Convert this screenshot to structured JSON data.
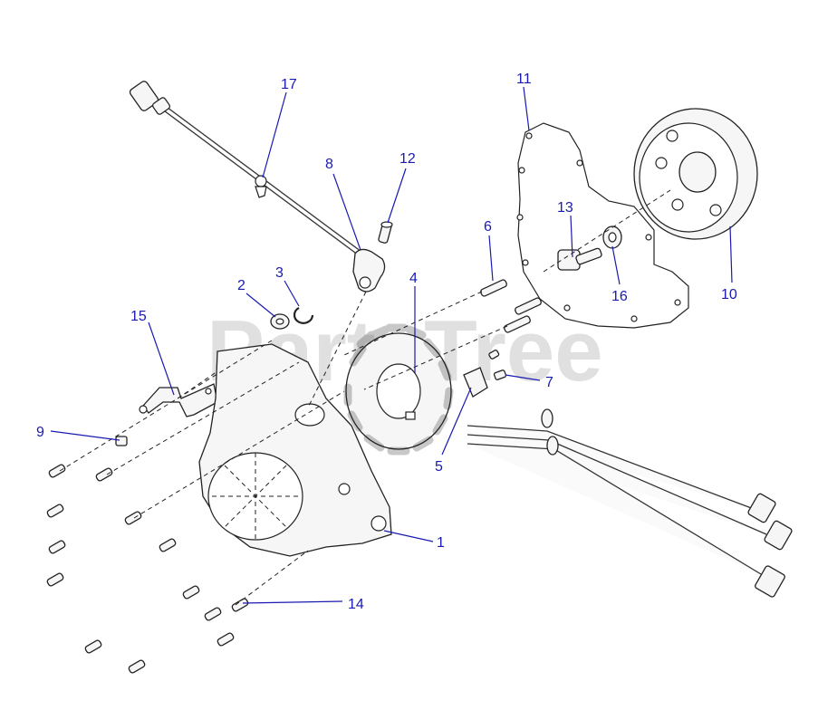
{
  "watermark": "PartsTree",
  "callouts": [
    {
      "id": "1",
      "label": "1"
    },
    {
      "id": "2",
      "label": "2"
    },
    {
      "id": "3",
      "label": "3"
    },
    {
      "id": "4",
      "label": "4"
    },
    {
      "id": "5",
      "label": "5"
    },
    {
      "id": "6",
      "label": "6"
    },
    {
      "id": "7",
      "label": "7"
    },
    {
      "id": "8",
      "label": "8"
    },
    {
      "id": "9",
      "label": "9"
    },
    {
      "id": "10",
      "label": "10"
    },
    {
      "id": "11",
      "label": "11"
    },
    {
      "id": "12",
      "label": "12"
    },
    {
      "id": "13",
      "label": "13"
    },
    {
      "id": "14",
      "label": "14"
    },
    {
      "id": "15",
      "label": "15"
    },
    {
      "id": "16",
      "label": "16"
    },
    {
      "id": "17",
      "label": "17"
    }
  ],
  "colors": {
    "callout": "#1a1ab0",
    "line": "#222222"
  }
}
